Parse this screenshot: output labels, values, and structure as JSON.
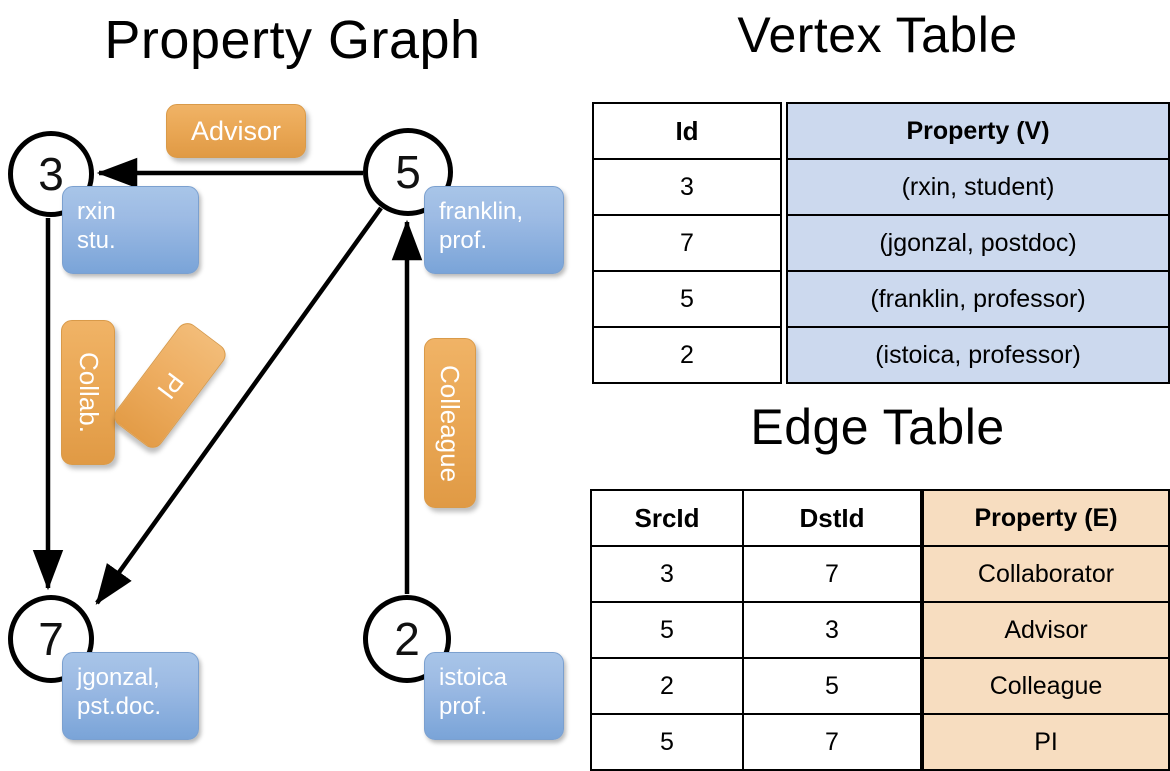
{
  "titles": {
    "property_graph": "Property Graph",
    "vertex_table": "Vertex Table",
    "edge_table": "Edge Table"
  },
  "colors": {
    "vertex_property_fill": "#ccd9ee",
    "edge_property_fill": "#f7ddc0",
    "vertex_callout": "#9dbbe4",
    "edge_callout": "#eaa856",
    "stroke": "#000000"
  },
  "graph": {
    "nodes": [
      {
        "id": "3",
        "label": "3",
        "property_text": "rxin\nstu."
      },
      {
        "id": "5",
        "label": "5",
        "property_text": "franklin,\nprof."
      },
      {
        "id": "7",
        "label": "7",
        "property_text": "jgonzal,\npst.doc."
      },
      {
        "id": "2",
        "label": "2",
        "property_text": "istoica\nprof."
      }
    ],
    "edge_labels": [
      {
        "name": "advisor",
        "text": "Advisor",
        "src": "5",
        "dst": "3"
      },
      {
        "name": "collab",
        "text": "Collab.",
        "src": "3",
        "dst": "7"
      },
      {
        "name": "pi",
        "text": "PI",
        "src": "5",
        "dst": "7"
      },
      {
        "name": "colleague",
        "text": "Colleague",
        "src": "2",
        "dst": "5"
      }
    ]
  },
  "vertex_table": {
    "headers": {
      "id": "Id",
      "property": "Property (V)"
    },
    "rows": [
      {
        "id": "3",
        "property": "(rxin, student)"
      },
      {
        "id": "7",
        "property": "(jgonzal, postdoc)"
      },
      {
        "id": "5",
        "property": "(franklin, professor)"
      },
      {
        "id": "2",
        "property": "(istoica, professor)"
      }
    ]
  },
  "edge_table": {
    "headers": {
      "src": "SrcId",
      "dst": "DstId",
      "property": "Property (E)"
    },
    "rows": [
      {
        "src": "3",
        "dst": "7",
        "property": "Collaborator"
      },
      {
        "src": "5",
        "dst": "3",
        "property": "Advisor"
      },
      {
        "src": "2",
        "dst": "5",
        "property": "Colleague"
      },
      {
        "src": "5",
        "dst": "7",
        "property": "PI"
      }
    ]
  }
}
